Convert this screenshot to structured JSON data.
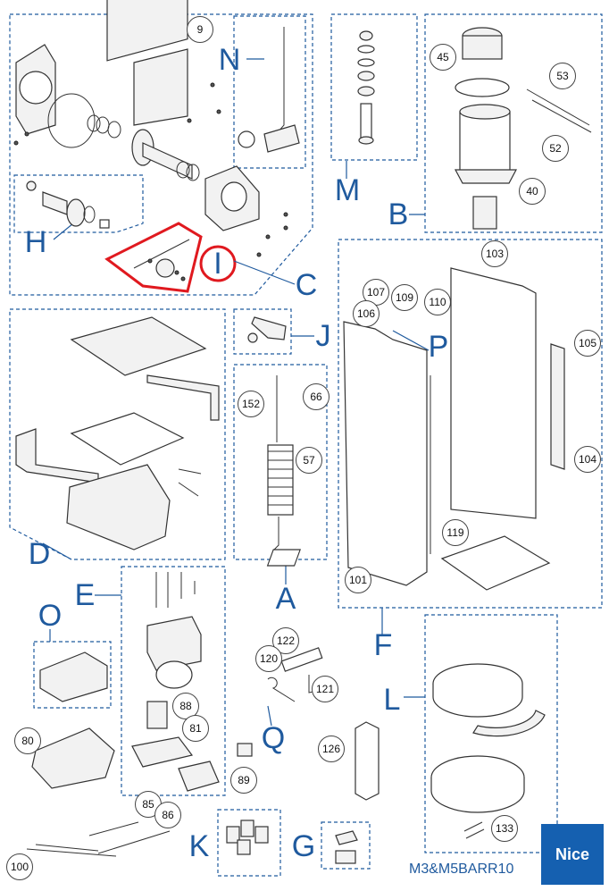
{
  "groups": {
    "a": "A",
    "b": "B",
    "c": "C",
    "d": "D",
    "e": "E",
    "f": "F",
    "g": "G",
    "h": "H",
    "i": "I",
    "j": "J",
    "k": "K",
    "l": "L",
    "m": "M",
    "n": "N",
    "o": "O",
    "p": "P",
    "q": "Q"
  },
  "callouts": {
    "c9": "9",
    "c45": "45",
    "c53": "53",
    "c52": "52",
    "c40": "40",
    "c103": "103",
    "c107": "107",
    "c109": "109",
    "c110": "110",
    "c106": "106",
    "c105": "105",
    "c104": "104",
    "c152": "152",
    "c66": "66",
    "c57": "57",
    "c119": "119",
    "c101": "101",
    "c122": "122",
    "c120": "120",
    "c121": "121",
    "c88": "88",
    "c81": "81",
    "c80": "80",
    "c89": "89",
    "c126": "126",
    "c85": "85",
    "c86": "86",
    "c100": "100",
    "c133": "133"
  },
  "model_code": "M3&M5BARR10",
  "brand": "Nice",
  "colors": {
    "frame_blue": "#1f5a9e",
    "highlight_red": "#e0191f",
    "logo_blue": "#1560b0",
    "line_gray": "#555555"
  }
}
